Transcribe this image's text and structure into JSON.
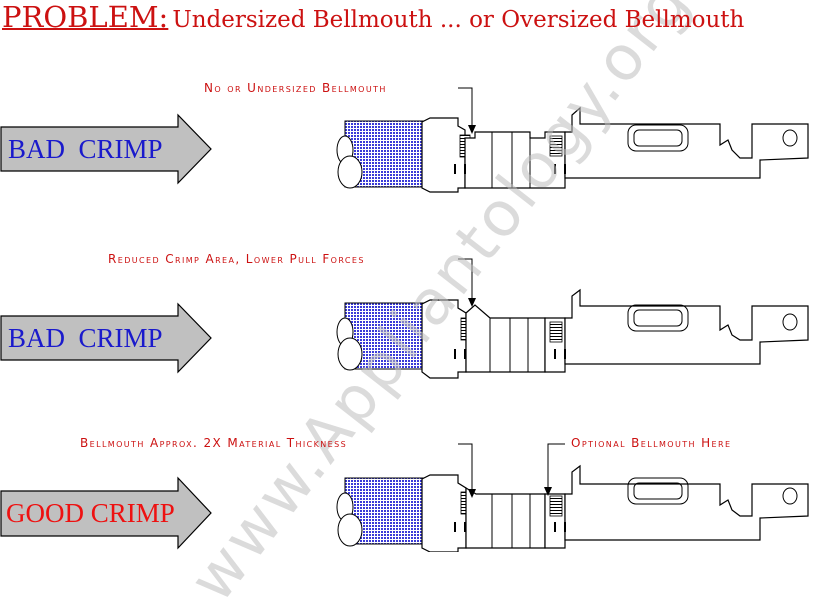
{
  "title": {
    "main": "PROBLEM:",
    "rest": "Undersized Bellmouth ... or Oversized Bellmouth"
  },
  "rows": [
    {
      "label": "BAD  CRIMP",
      "label_color": "#1a1acc",
      "notes": [
        "No or Undersized Bellmouth"
      ]
    },
    {
      "label": "BAD  CRIMP",
      "label_color": "#1a1acc",
      "notes": [
        "Reduced Crimp Area, Lower Pull Forces"
      ]
    },
    {
      "label": "GOOD CRIMP",
      "label_color": "#ee1111",
      "notes": [
        "Bellmouth Approx.  2X  Material Thickness",
        "Optional Bellmouth Here"
      ]
    }
  ],
  "watermark": "www.Appliantology.org",
  "colors": {
    "title": "#cc1111",
    "notes": "#cc1111",
    "arrow_fill": "#c0c0c0",
    "wire_insulation": "#3a3ad8",
    "line": "#000000"
  }
}
